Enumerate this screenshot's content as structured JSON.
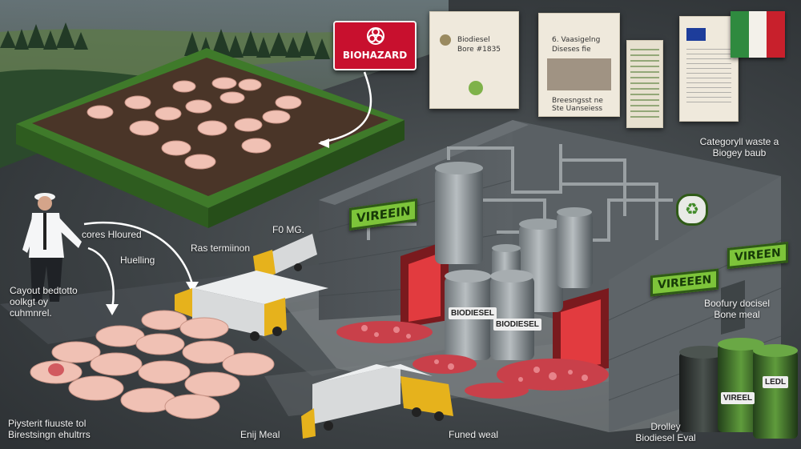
{
  "hazard_sign": {
    "label": "BIOHAZARD",
    "icon": "biohazard-icon"
  },
  "documents": [
    {
      "line1": "Biodiesel",
      "line2": "Bore #1835"
    },
    {
      "line1": "6. Vaasigelng",
      "line2": "Diseses fie",
      "footer_a": "Breesngsst ne",
      "footer_b": "Ste Uanseiess"
    },
    {
      "line1": "",
      "line2": ""
    }
  ],
  "labels": {
    "category_waste": "Categoryll waste a",
    "category_waste2": "Biogey baub",
    "cores_floured": "cores Hloured",
    "huelling": "Huelling",
    "ras_termination": "Ras termiinon",
    "fomg": "F0 MG.",
    "cayout_1": "Cayout bedtotto",
    "cayout_2": "oolkgt oy",
    "cayout_3": "cuhmnrel.",
    "biofury_1": "Boofury docisel",
    "biofury_2": "Bone meal",
    "plysterf_1": "Piysterit fiuuste tol",
    "plysterf_2": "Birestsingn ehultrrs",
    "enij_meal": "Enij Meal",
    "funed_weal": "Funed weal",
    "drolley_1": "Drolley",
    "drolley_2": "Biodiesel Eval"
  },
  "signs": {
    "vireein": "VIREEIN",
    "vireen_right": "VIREEN",
    "vireeen_mid": "VIREEEN"
  },
  "tanks": {
    "biodiesel_a": "BIODIESEL",
    "biodiesel_b": "BIODIESEL"
  },
  "drums": {
    "vireel": "VIREEL",
    "ledl": "LEDL"
  },
  "colors": {
    "hazard_red": "#c8102e",
    "sign_green": "#7dc43a",
    "truck_yellow": "#e6b21c",
    "grass_green": "#3f7a2a",
    "pig_pink": "#f0c1b4",
    "meat_red": "#c9404a"
  }
}
